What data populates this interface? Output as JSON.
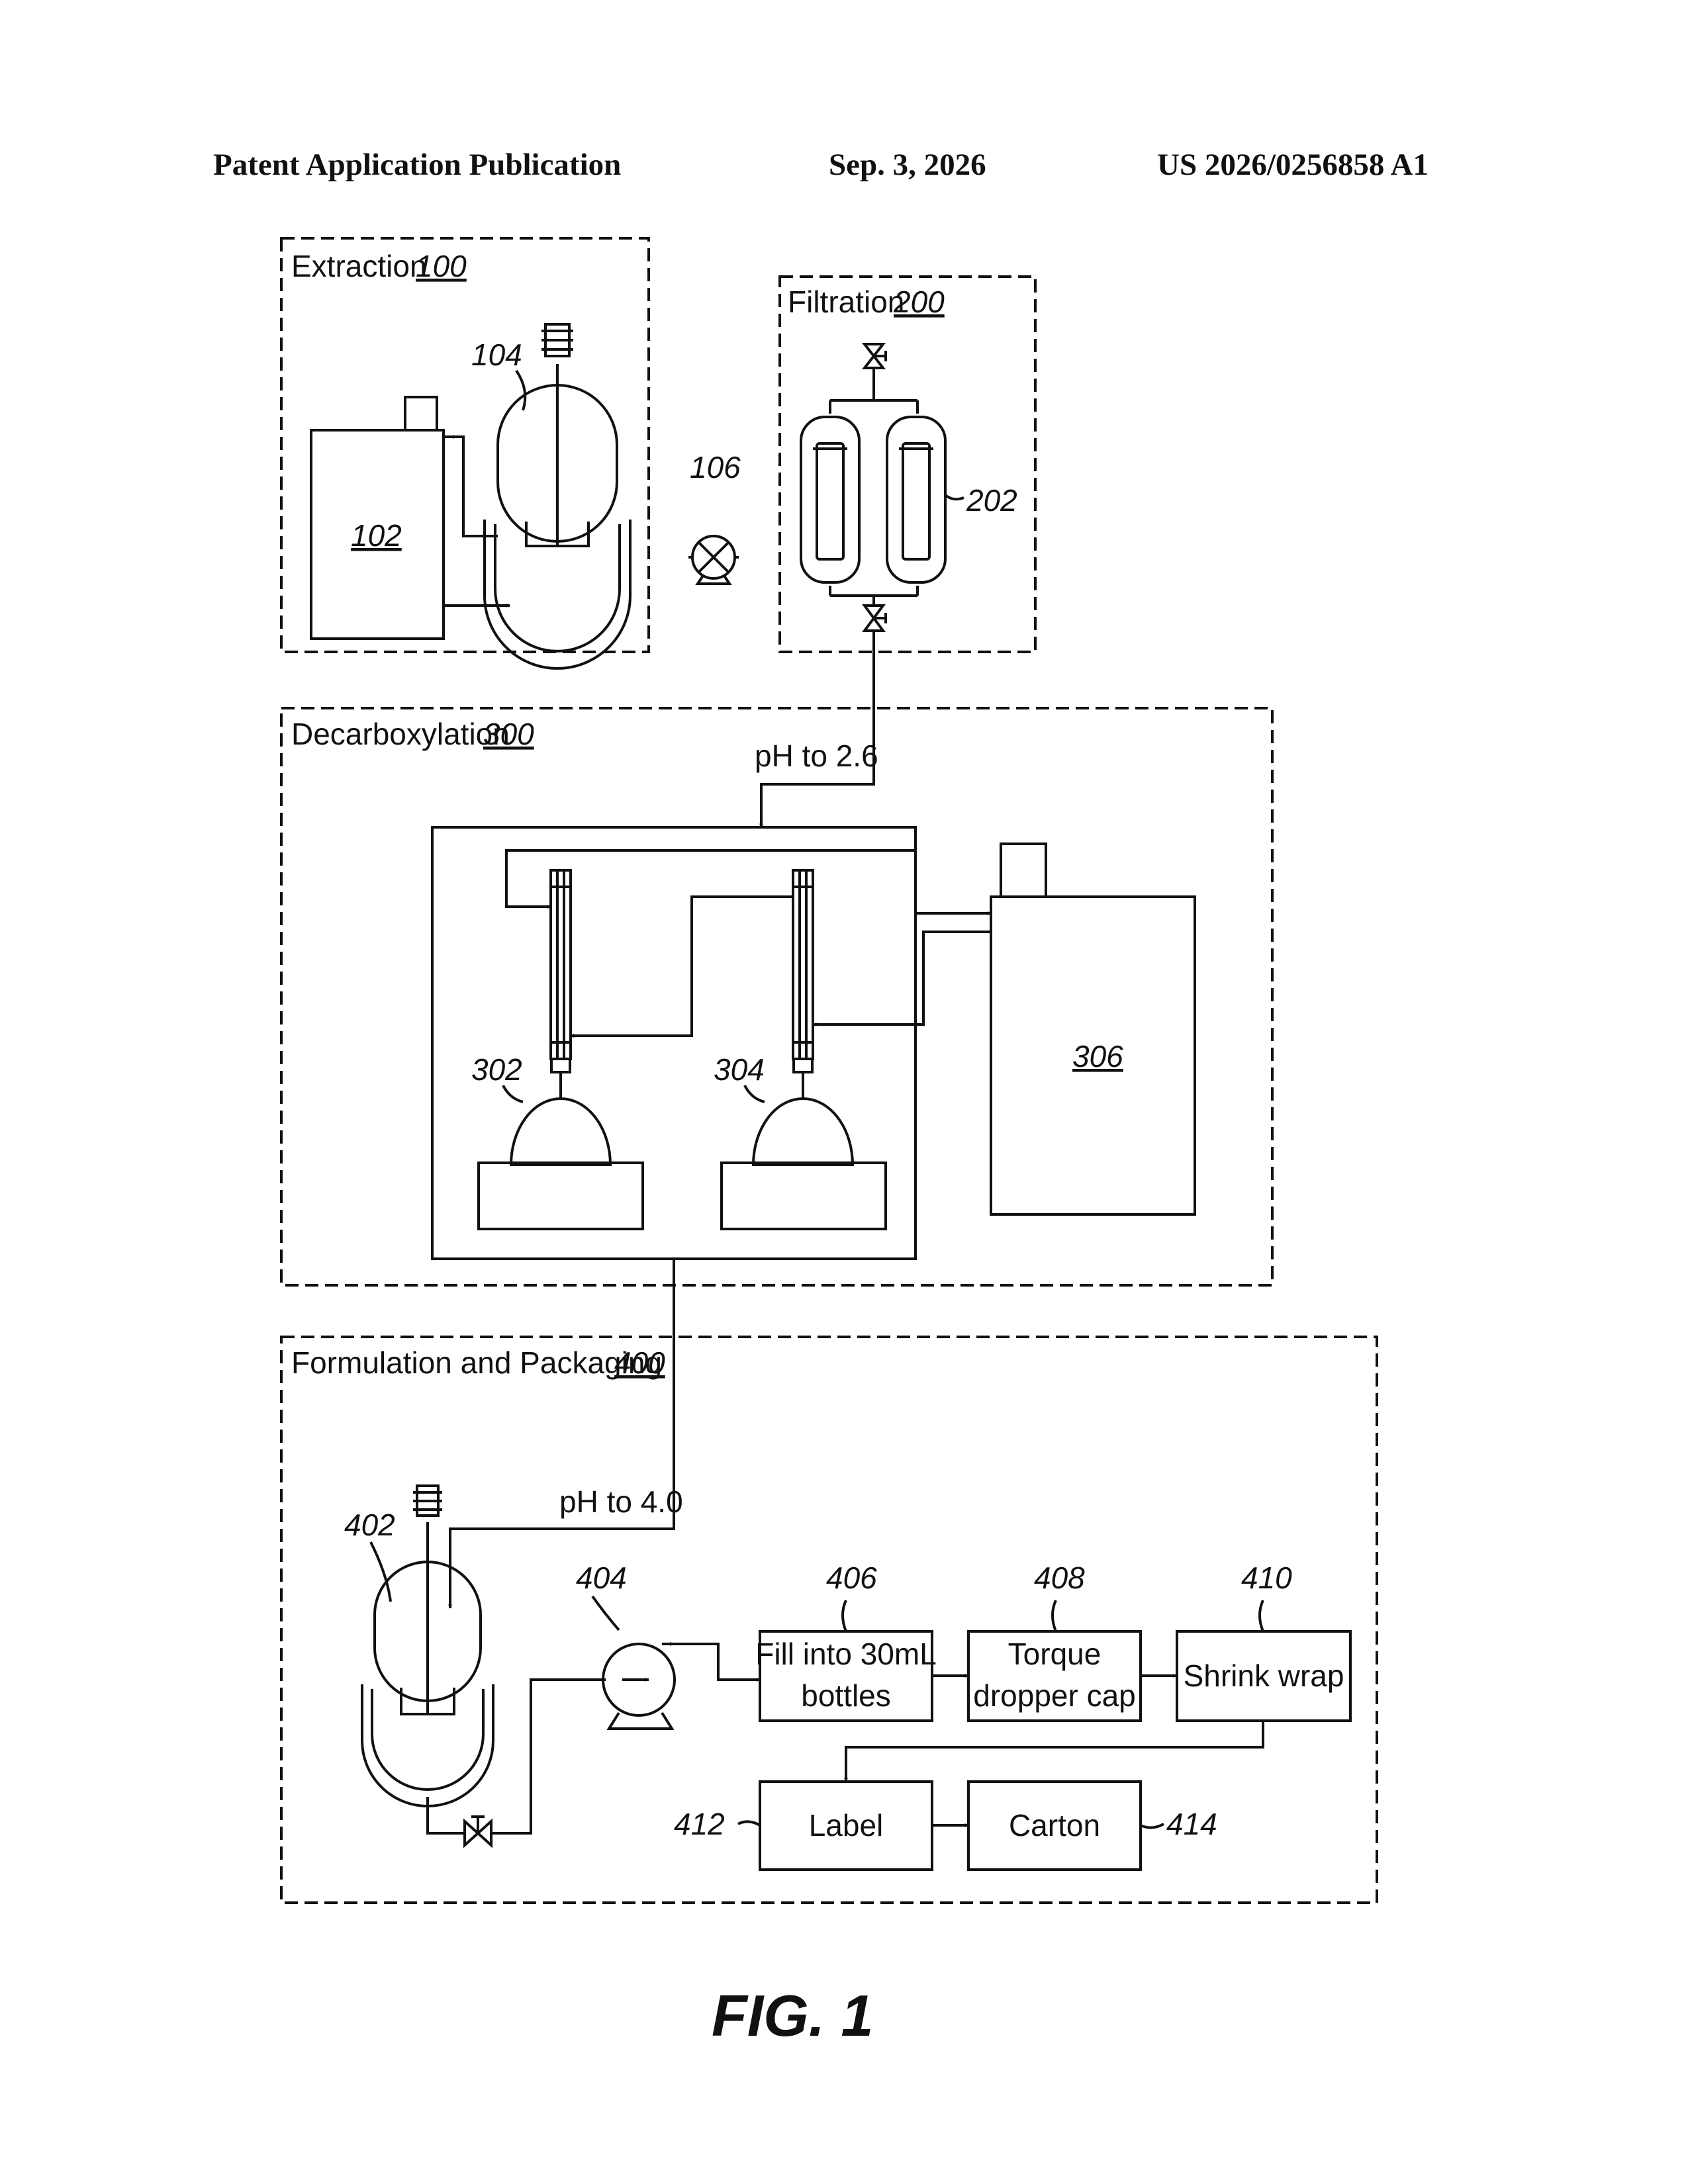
{
  "header": {
    "left": "Patent Application Publication",
    "date": "Sep. 3, 2026",
    "number": "US 2026/0256858 A1"
  },
  "sections": {
    "extraction": {
      "title": "Extraction",
      "ref": "100"
    },
    "filtration": {
      "title": "Filtration",
      "ref": "200"
    },
    "decarboxylation": {
      "title": "Decarboxylation",
      "ref": "300"
    },
    "formulation": {
      "title": "Formulation and Packaging",
      "ref": "400"
    }
  },
  "refs": {
    "r102": "102",
    "r104": "104",
    "r106": "106",
    "r202": "202",
    "r302": "302",
    "r304": "304",
    "r306": "306",
    "r402": "402",
    "r404": "404",
    "r406": "406",
    "r408": "408",
    "r410": "410",
    "r412": "412",
    "r414": "414"
  },
  "flow_labels": {
    "ph1": "pH to 2.6",
    "ph2": "pH to 4.0"
  },
  "steps": {
    "fill_l1": "Fill into 30mL",
    "fill_l2": "bottles",
    "torque_l1": "Torque",
    "torque_l2": "dropper cap",
    "shrink": "Shrink wrap",
    "label": "Label",
    "carton": "Carton"
  },
  "figure": "FIG. 1"
}
